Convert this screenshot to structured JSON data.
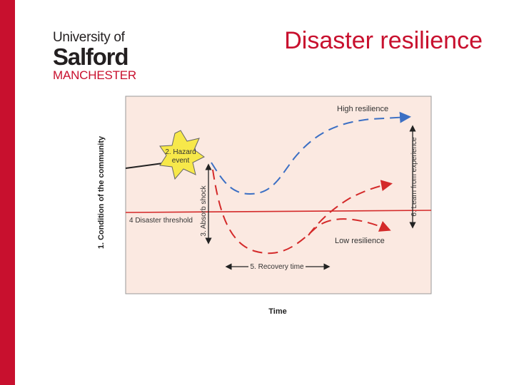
{
  "slide": {
    "title": "Disaster resilience"
  },
  "logo": {
    "line1": "University of",
    "line2": "Salford",
    "line3": "MANCHESTER"
  },
  "diagram": {
    "y_axis_label": "1. Condition of the community",
    "x_axis_label": "Time",
    "hazard_label_1": "2. Hazard",
    "hazard_label_2": "event",
    "absorb_shock": "3. Absorb shock",
    "threshold": "4  Disaster threshold",
    "recovery_time": "5. Recovery time",
    "learn": "6. Learn from experience",
    "high_resilience": "High resilience",
    "low_resilience": "Low resilience",
    "colors": {
      "panel_bg": "#fbe9e1",
      "high_line": "#3b6fc4",
      "low_line": "#d42a2a",
      "threshold_line": "#d42a2a",
      "star_fill": "#f7e84a"
    }
  }
}
